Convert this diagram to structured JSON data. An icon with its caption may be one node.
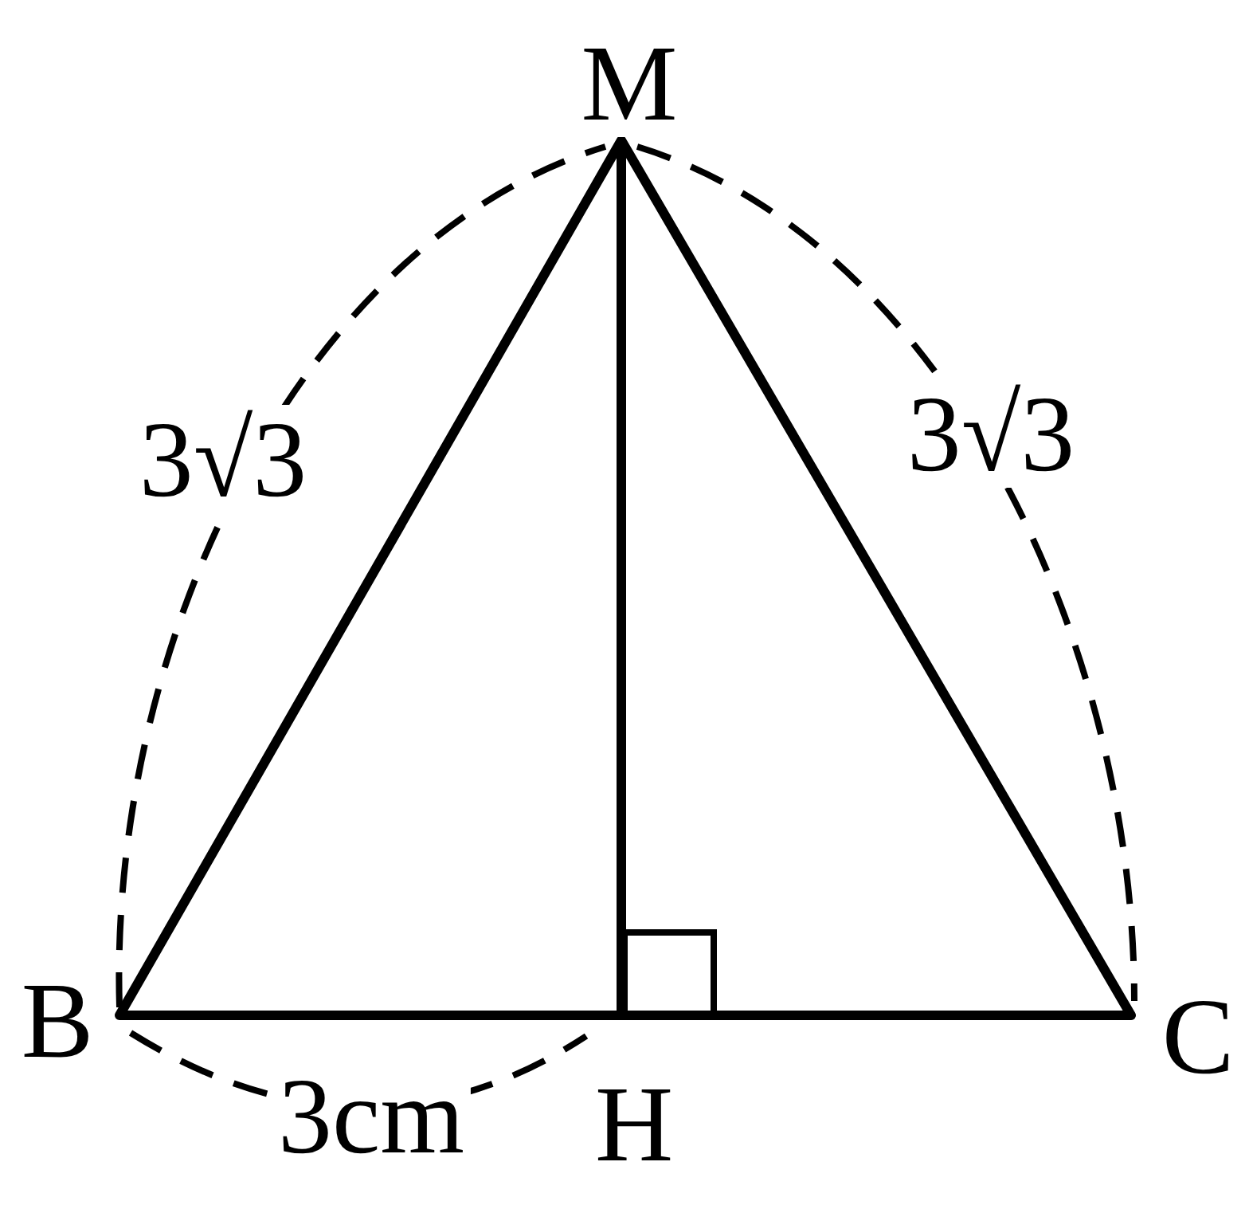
{
  "diagram": {
    "labels": [
      "M",
      "3√3",
      "3√3",
      "B",
      "C",
      "3cm",
      "H"
    ]
  }
}
